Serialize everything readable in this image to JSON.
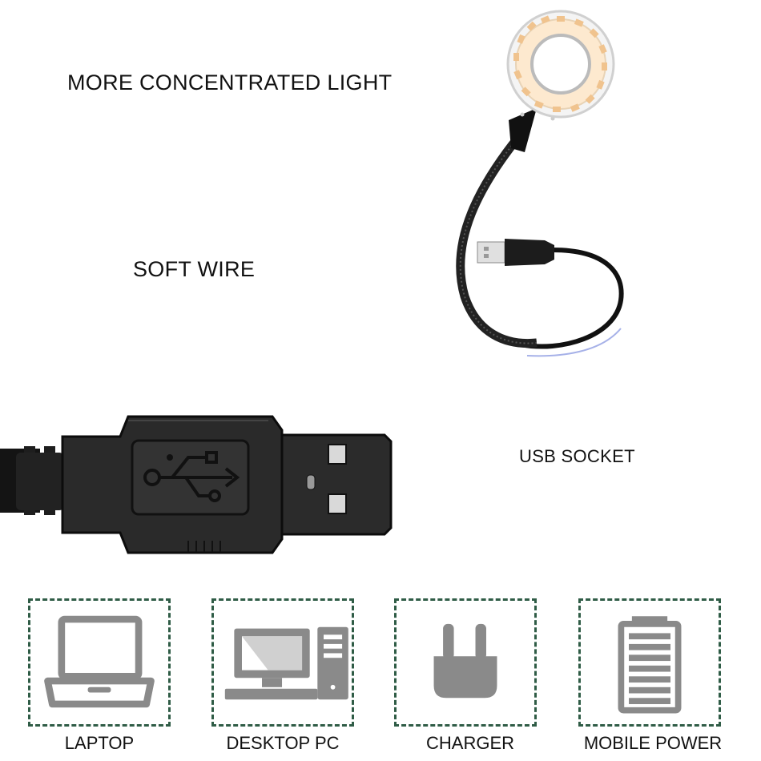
{
  "labels": {
    "concentrated_light": "MORE CONCENTRATED LIGHT",
    "soft_wire": "SOFT WIRE",
    "usb_socket": "USB SOCKET"
  },
  "devices": [
    {
      "label": "LAPTOP",
      "icon": "laptop-icon"
    },
    {
      "label": "DESKTOP PC",
      "icon": "desktop-pc-icon"
    },
    {
      "label": "CHARGER",
      "icon": "charger-plug-icon"
    },
    {
      "label": "MOBILE POWER",
      "icon": "battery-icon"
    }
  ],
  "colors": {
    "box_border": "#2f5c46",
    "icon_gray": "#8a8a8a",
    "led_warm": "#f6d9b4"
  }
}
